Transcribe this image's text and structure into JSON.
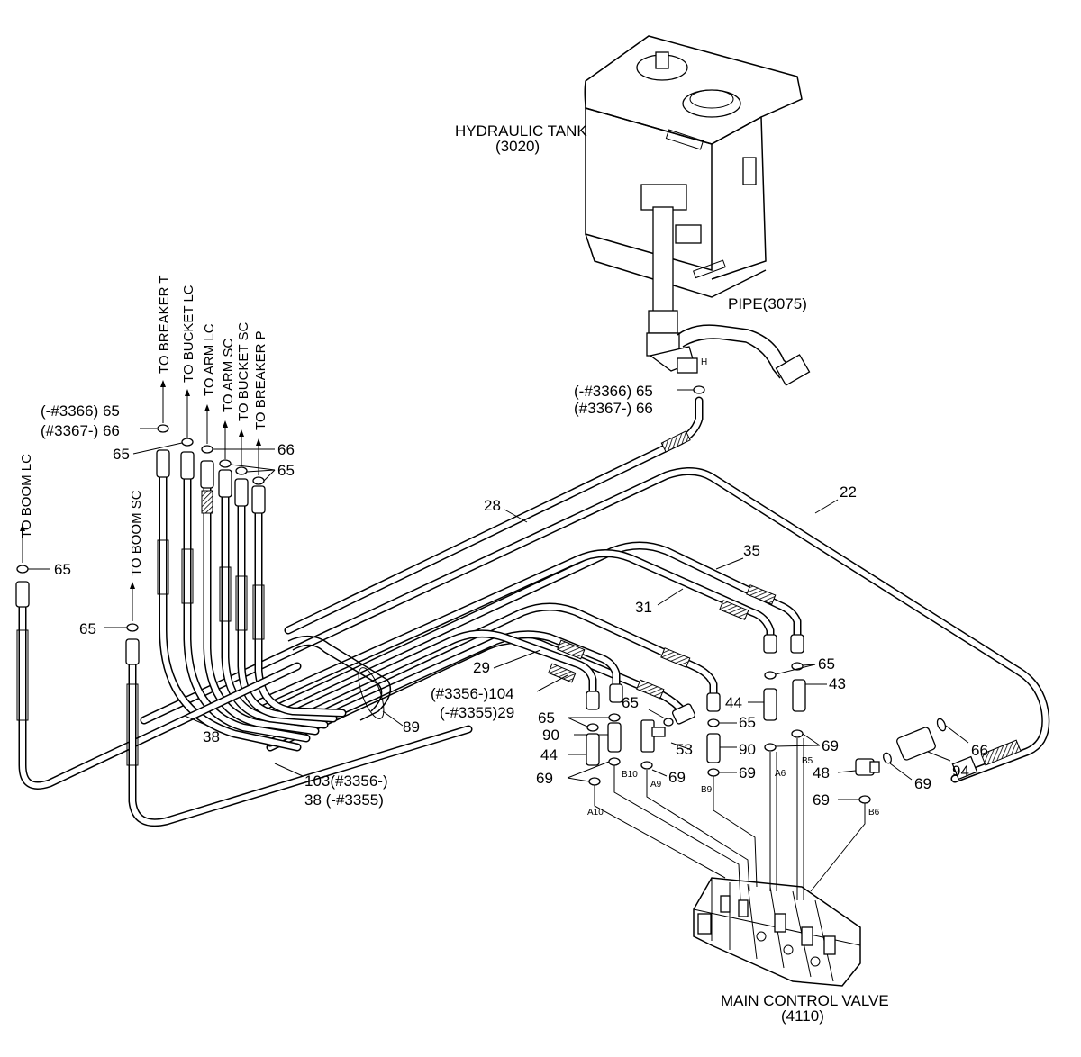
{
  "labels": {
    "hydraulic_tank": "HYDRAULIC TANK",
    "hydraulic_tank_no": "(3020)",
    "pipe": "PIPE(3075)",
    "main_control_valve": "MAIN CONTROL VALVE",
    "main_control_valve_no": "(4110)",
    "tank_port_h": "H",
    "tank_serial_1": "(-#3366) 65",
    "tank_serial_2": "(#3367-) 66",
    "left_serial_1": "(-#3366) 65",
    "left_serial_2": "(#3367-) 66"
  },
  "vertical_labels": {
    "to_breaker_t": "TO BREAKER T",
    "to_bucket_lc": "TO BUCKET LC",
    "to_arm_lc": "TO ARM LC",
    "to_arm_sc": "TO ARM SC",
    "to_bucket_sc": "TO BUCKET SC",
    "to_breaker_p": "TO BREAKER P",
    "to_boom_lc": "TO BOOM LC",
    "to_boom_sc": "TO BOOM SC"
  },
  "callouts": {
    "c65_left": "65",
    "c66_left": "66",
    "c65_boom_lc": "65",
    "c65_boom_sc": "65",
    "c65_group": "65",
    "c28": "28",
    "c22": "22",
    "c35": "35",
    "c31": "31",
    "c29": "29",
    "c104": "(#3356-)104",
    "c29b": "(-#3355)29",
    "c38": "38",
    "c89": "89",
    "c103": "103(#3356-)",
    "c38b": "38 (-#3355)",
    "c65_a": "65",
    "c43": "43",
    "c44_a": "44",
    "c65_b": "65",
    "c65_c": "65",
    "c65_d": "65",
    "c90_a": "90",
    "c44_b": "44",
    "c53": "53",
    "c90_b": "90",
    "c69_a": "69",
    "c66_r": "66",
    "c94": "94",
    "c48": "48",
    "c69_b": "69",
    "c69_c": "69",
    "c69_d": "69",
    "c69_e": "69",
    "c69_f": "69"
  },
  "ports": {
    "a10": "A10",
    "b10": "B10",
    "a9": "A9",
    "b9": "B9",
    "a6": "A6",
    "b5": "B5",
    "b6": "B6"
  }
}
